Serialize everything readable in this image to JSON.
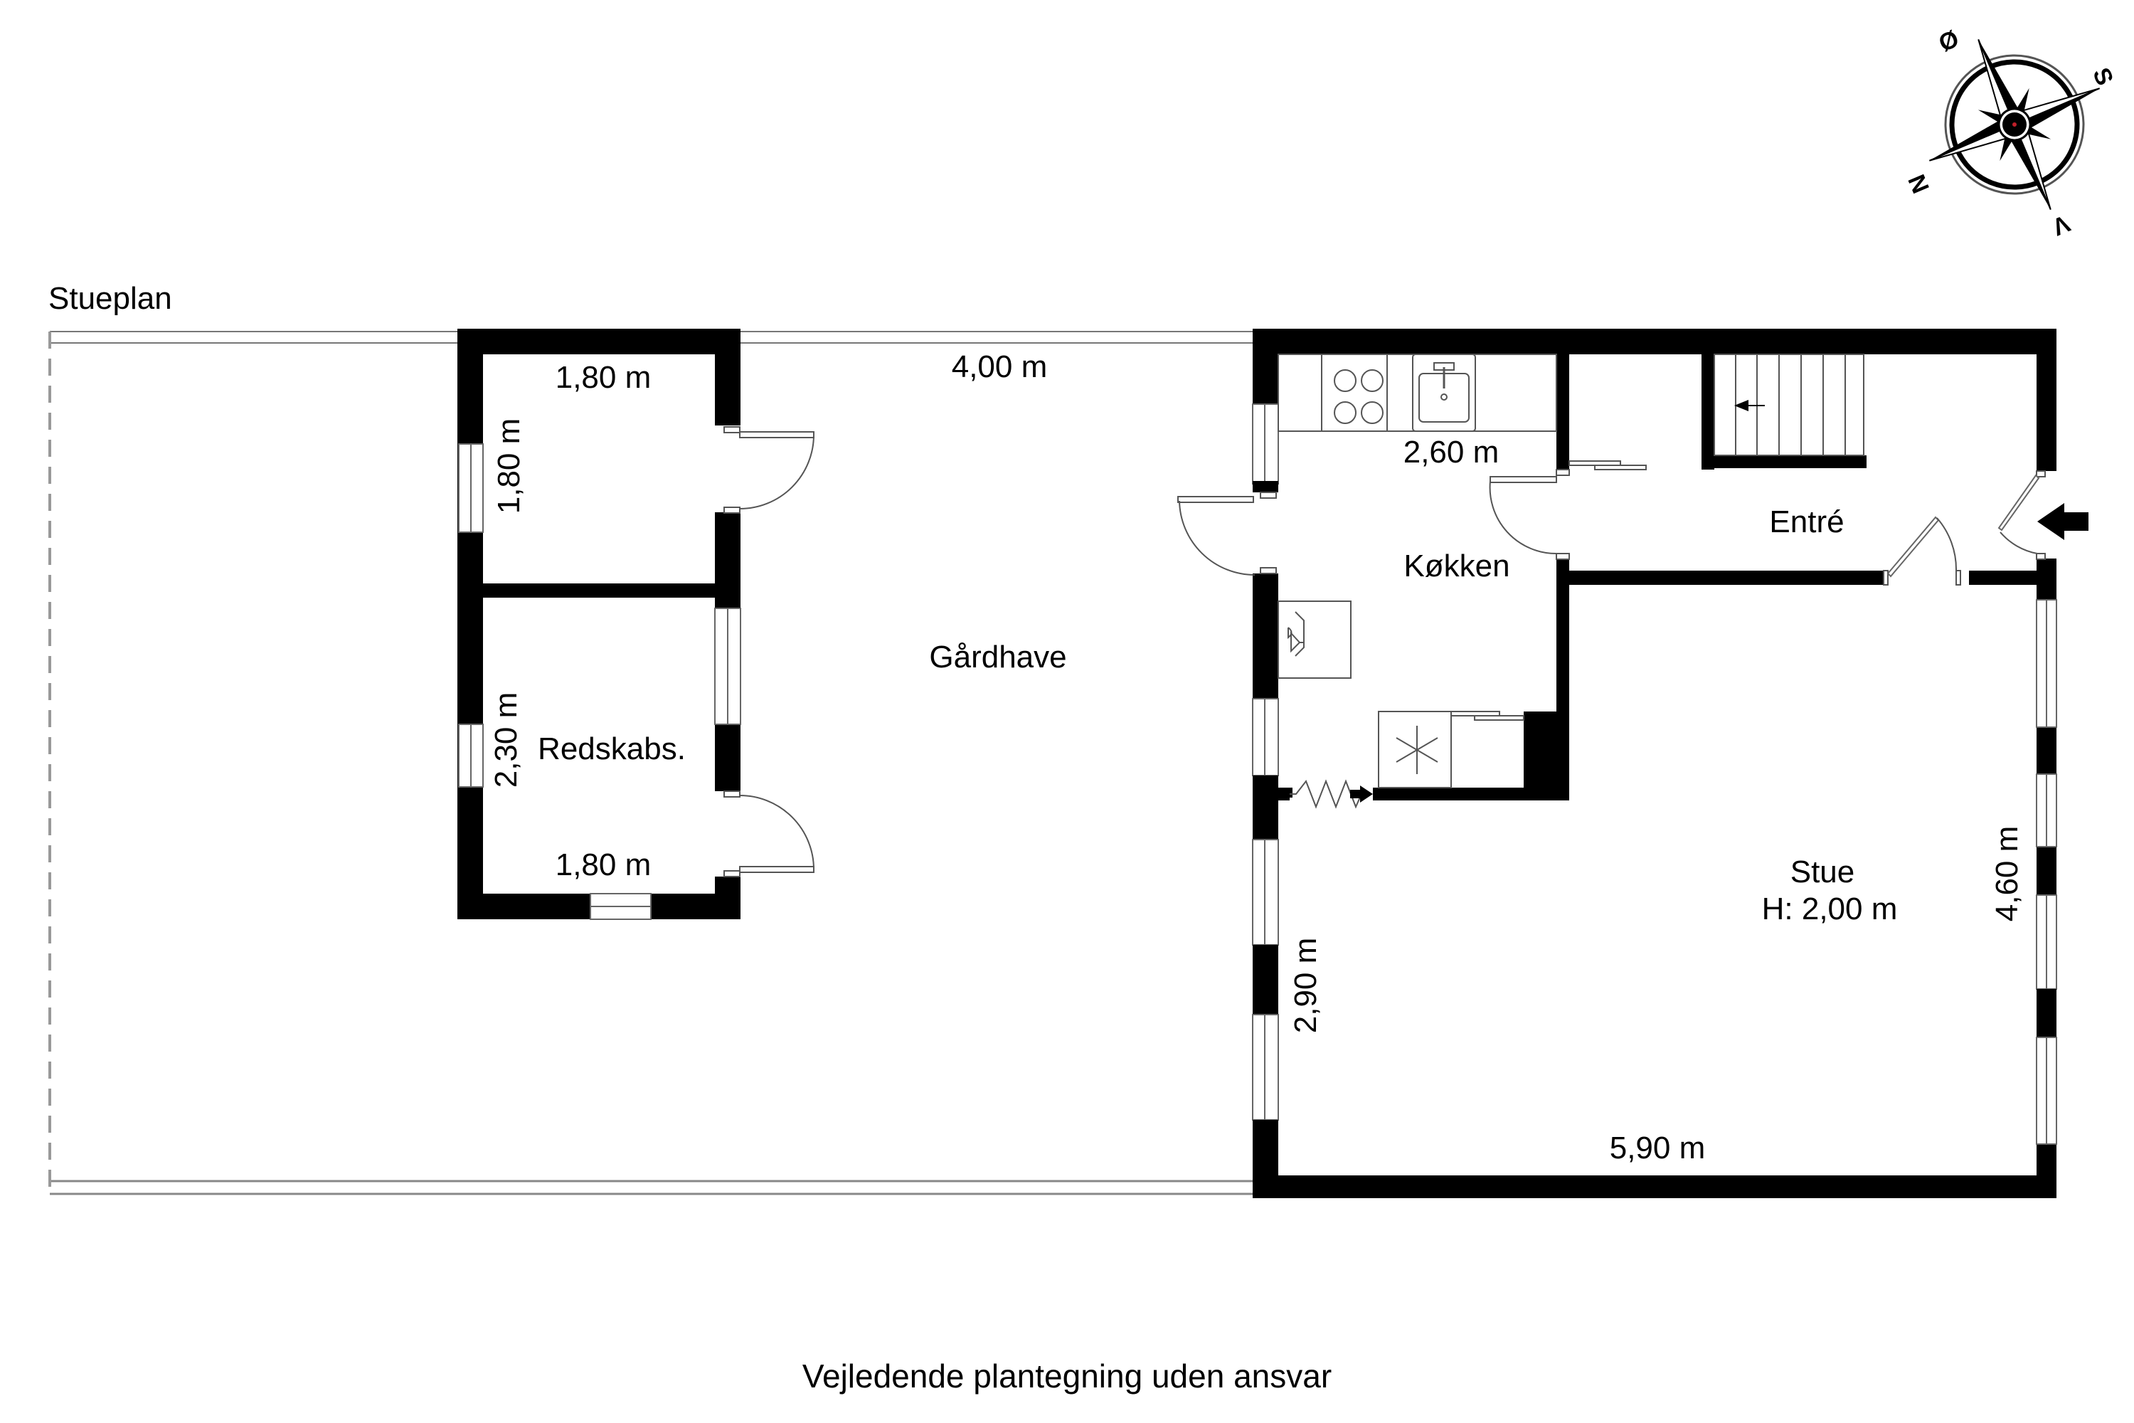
{
  "plan": {
    "title": "Stueplan",
    "footer": "Vejledende plantegning uden ansvar",
    "rooms": {
      "gaardhave": {
        "name": "Gårdhave",
        "width": "4,00 m"
      },
      "redskabs_upper": {
        "width": "1,80 m",
        "depth": "1,80 m"
      },
      "redskabs": {
        "name": "Redskabs.",
        "depth": "2,30 m",
        "width": "1,80 m"
      },
      "koekken": {
        "name": "Køkken",
        "width": "2,60 m"
      },
      "entre": {
        "name": "Entré"
      },
      "stue": {
        "name": "Stue",
        "height": "H: 2,00 m",
        "width": "5,90 m",
        "depth_right": "4,60 m",
        "depth_left": "2,90 m"
      }
    },
    "compass": {
      "labels": {
        "east": "Ø",
        "south": "S",
        "west": "V",
        "north": "N"
      }
    },
    "colors": {
      "wall": "#000000",
      "line": "#555555",
      "background": "#ffffff"
    }
  }
}
